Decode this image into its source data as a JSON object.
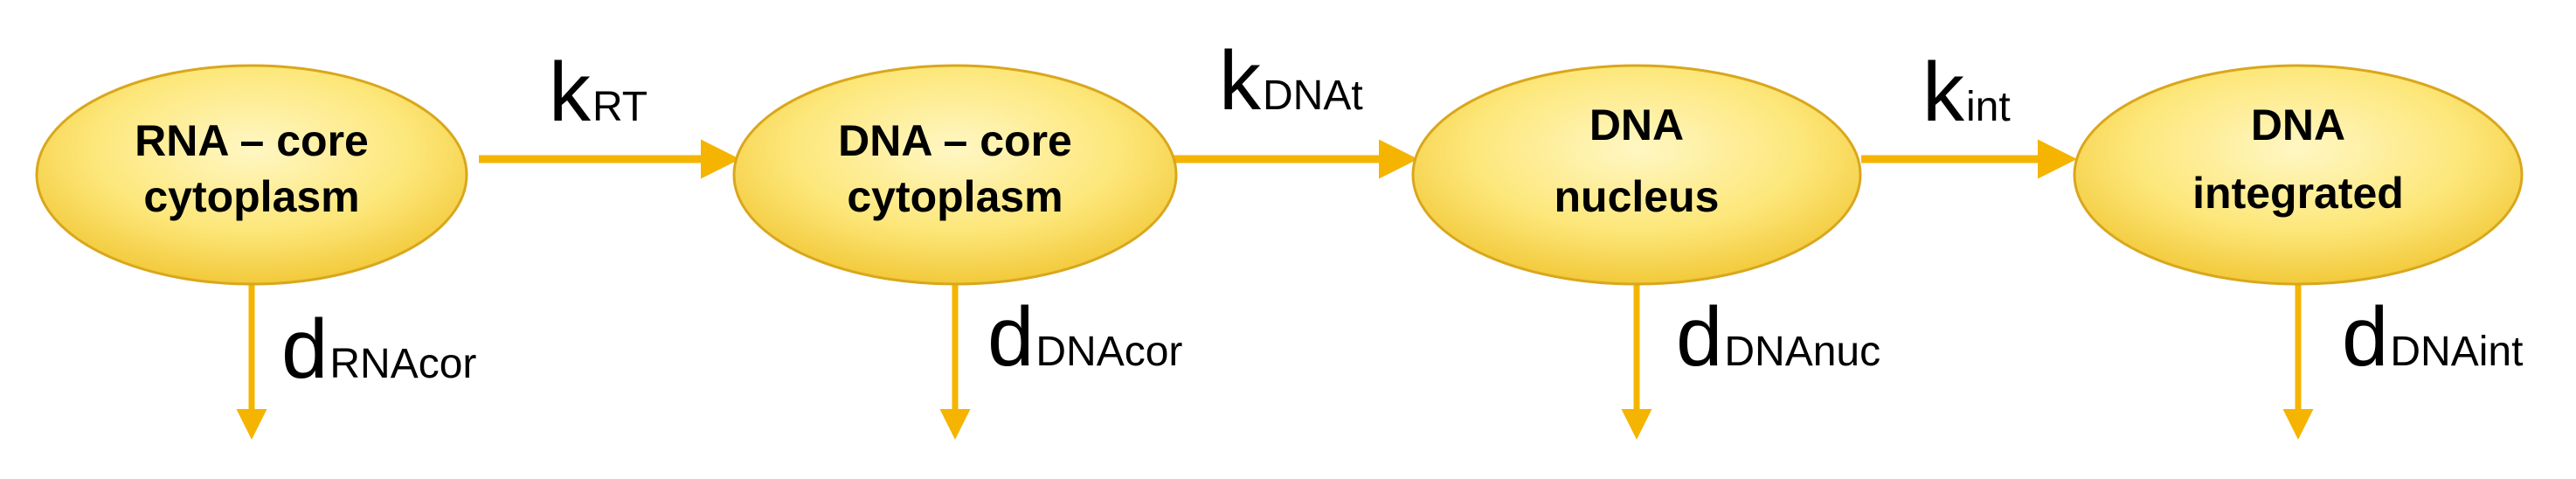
{
  "colors": {
    "node_fill_light": "#fff7c4",
    "node_fill_mid": "#fde77a",
    "node_fill_dark": "#f2c93a",
    "node_stroke": "#d9a71c",
    "arrow": "#f5b400"
  },
  "nodes": [
    {
      "line1": "RNA – core",
      "line2": "cytoplasm"
    },
    {
      "line1": "DNA – core",
      "line2": "cytoplasm"
    },
    {
      "line1": "DNA",
      "line2": "nucleus"
    },
    {
      "line1": "DNA",
      "line2": "integrated"
    }
  ],
  "transitions": [
    {
      "symbol": "k",
      "subscript": "RT"
    },
    {
      "symbol": "k",
      "subscript": "DNAt"
    },
    {
      "symbol": "k",
      "subscript": "int"
    }
  ],
  "degradations": [
    {
      "symbol": "d",
      "subscript": "RNAcor"
    },
    {
      "symbol": "d",
      "subscript": "DNAcor"
    },
    {
      "symbol": "d",
      "subscript": "DNAnuc"
    },
    {
      "symbol": "d",
      "subscript": "DNAint"
    }
  ]
}
